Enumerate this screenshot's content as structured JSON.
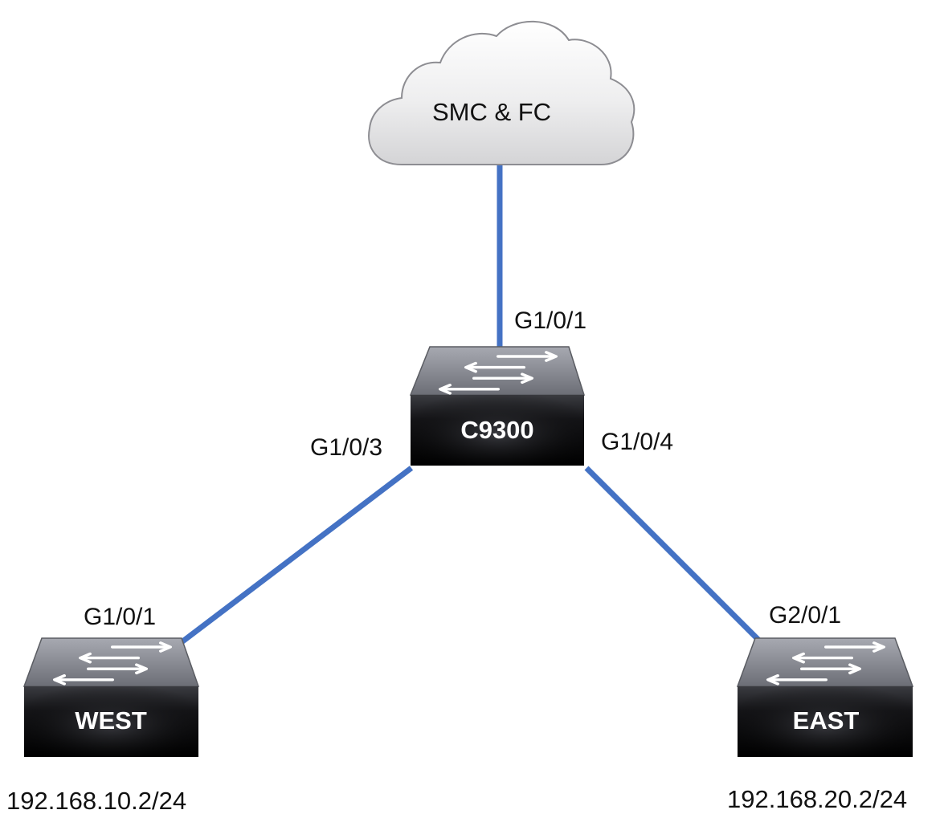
{
  "cloud": {
    "label": "SMC & FC"
  },
  "core_switch": {
    "name": "C9300",
    "port_uplink": "G1/0/1",
    "port_west": "G1/0/3",
    "port_east": "G1/0/4"
  },
  "west_switch": {
    "name": "WEST",
    "port": "G1/0/1",
    "ip": "192.168.10.2/24"
  },
  "east_switch": {
    "name": "EAST",
    "port": "G2/0/1",
    "ip": "192.168.20.2/24"
  },
  "colors": {
    "link": "#4472c4",
    "switch_body_top": "#2a2a2e",
    "switch_body_bottom": "#000000",
    "switch_top_face": "#8a8c94"
  }
}
